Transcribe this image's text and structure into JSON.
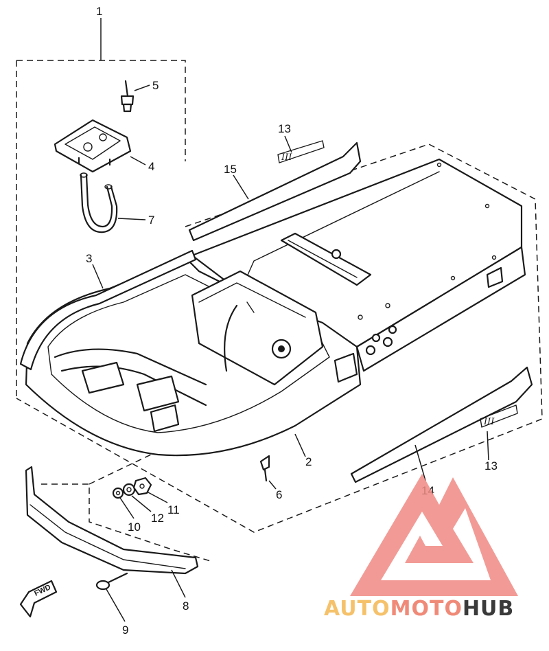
{
  "callouts": {
    "c1": "1",
    "c2": "2",
    "c3": "3",
    "c4": "4",
    "c5": "5",
    "c6": "6",
    "c7": "7",
    "c8": "8",
    "c9": "9",
    "c10": "10",
    "c11": "11",
    "c12": "12",
    "c13a": "13",
    "c13b": "13",
    "c14": "14",
    "c15": "15"
  },
  "decals": {
    "upper": "III",
    "lower": "III"
  },
  "fwd_label": "FWD",
  "logo": {
    "part1": "AUTO",
    "part2": "MOTO",
    "part3": "HUB",
    "colors": {
      "part1": "#f5c26b",
      "part2": "#f08a78",
      "part3": "#3a3a3a",
      "mark": "#f08a84"
    }
  }
}
